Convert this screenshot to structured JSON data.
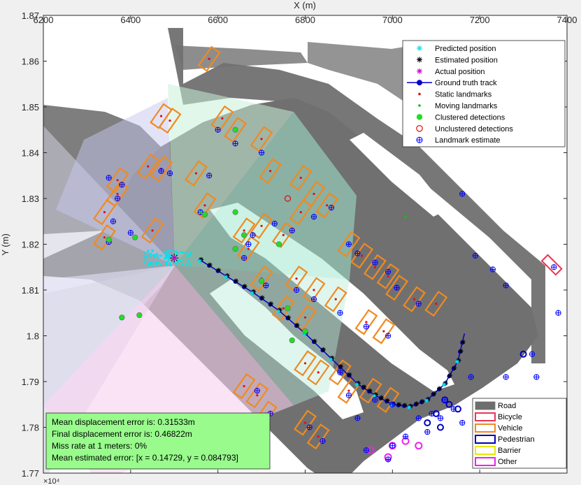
{
  "chart_data": {
    "type": "scatter",
    "title": "",
    "xlabel": "X (m)",
    "ylabel": "Y (m)",
    "xlim": [
      6200,
      7400
    ],
    "ylim": [
      17700,
      18700
    ],
    "x_ticks": [
      6200,
      6400,
      6600,
      6800,
      7000,
      7200,
      7400
    ],
    "y_ticks": [
      1.77,
      1.78,
      1.79,
      1.8,
      1.81,
      1.82,
      1.83,
      1.84,
      1.85,
      1.86,
      1.87
    ],
    "y_exponent_label": "×10⁴",
    "legend": {
      "placement": "top-right",
      "entries": [
        {
          "label": "Predicted position",
          "marker": "asterisk",
          "color": "#00e5ee"
        },
        {
          "label": "Estimated position",
          "marker": "asterisk",
          "color": "#000000"
        },
        {
          "label": "Actual position",
          "marker": "asterisk",
          "color": "#d000d0"
        },
        {
          "label": "Ground truth track",
          "marker": "line-dot",
          "color": "#0000cc"
        },
        {
          "label": "Static landmarks",
          "marker": "small-dot",
          "color": "#e01010"
        },
        {
          "label": "Moving landmarks",
          "marker": "small-dot",
          "color": "#10c010"
        },
        {
          "label": "Clustered detections",
          "marker": "filled-circle",
          "color": "#22dd22"
        },
        {
          "label": "Unclustered detections",
          "marker": "open-circle",
          "color": "#e01010"
        },
        {
          "label": "Landmark estimate",
          "marker": "circle-plus",
          "color": "#0000ff"
        }
      ]
    },
    "class_legend": {
      "placement": "bottom-right",
      "entries": [
        {
          "label": "Road",
          "color": "#6e6e6e",
          "filled": true
        },
        {
          "label": "Bicycle",
          "color": "#ee3355",
          "filled": false
        },
        {
          "label": "Vehicle",
          "color": "#f08a20",
          "filled": false
        },
        {
          "label": "Pedestrian",
          "color": "#0000bb",
          "filled": false
        },
        {
          "label": "Barrier",
          "color": "#e8e800",
          "filled": false
        },
        {
          "label": "Other",
          "color": "#ee22ee",
          "filled": false
        }
      ]
    },
    "stats": [
      "Mean displacement error is: 0.31533m",
      "Final displacement error is: 0.46822m",
      "Miss rate at 1 meters: 0%",
      "Mean estimated error: [x = 0.14729, y = 0.084793]"
    ],
    "stats_box_color": "#98fb8c",
    "ego_position": {
      "x": 6500,
      "y": 18170
    },
    "ground_truth_track": {
      "color": "#0000cc",
      "x": [
        6560,
        6620,
        6680,
        6740,
        6800,
        6860,
        6920,
        6960,
        7000,
        7040,
        7080,
        7120,
        7150,
        7165
      ],
      "y": [
        18165,
        18130,
        18095,
        18055,
        18005,
        17950,
        17895,
        17870,
        17850,
        17845,
        17860,
        17895,
        17945,
        18005
      ]
    },
    "vehicles": [
      {
        "x": 6580,
        "y": 18605
      },
      {
        "x": 6470,
        "y": 18480
      },
      {
        "x": 6490,
        "y": 18470
      },
      {
        "x": 6610,
        "y": 18475
      },
      {
        "x": 6640,
        "y": 18450
      },
      {
        "x": 6700,
        "y": 18430
      },
      {
        "x": 6440,
        "y": 18370
      },
      {
        "x": 6470,
        "y": 18365
      },
      {
        "x": 6370,
        "y": 18340
      },
      {
        "x": 6370,
        "y": 18310
      },
      {
        "x": 6550,
        "y": 18355
      },
      {
        "x": 6570,
        "y": 18285
      },
      {
        "x": 6340,
        "y": 18270
      },
      {
        "x": 6450,
        "y": 18230
      },
      {
        "x": 6340,
        "y": 18215
      },
      {
        "x": 6720,
        "y": 18360
      },
      {
        "x": 6790,
        "y": 18345
      },
      {
        "x": 6820,
        "y": 18310
      },
      {
        "x": 6850,
        "y": 18285
      },
      {
        "x": 6790,
        "y": 18270
      },
      {
        "x": 6700,
        "y": 18240
      },
      {
        "x": 6750,
        "y": 18220
      },
      {
        "x": 6660,
        "y": 18230
      },
      {
        "x": 6670,
        "y": 18190
      },
      {
        "x": 6700,
        "y": 18125
      },
      {
        "x": 6780,
        "y": 18125
      },
      {
        "x": 6820,
        "y": 18100
      },
      {
        "x": 6870,
        "y": 18080
      },
      {
        "x": 6900,
        "y": 18200
      },
      {
        "x": 6930,
        "y": 18175
      },
      {
        "x": 6960,
        "y": 18150
      },
      {
        "x": 6990,
        "y": 18130
      },
      {
        "x": 7010,
        "y": 18105
      },
      {
        "x": 7050,
        "y": 18080
      },
      {
        "x": 7100,
        "y": 18070
      },
      {
        "x": 6750,
        "y": 18060
      },
      {
        "x": 6800,
        "y": 18040
      },
      {
        "x": 6940,
        "y": 18030
      },
      {
        "x": 6980,
        "y": 18010
      },
      {
        "x": 6880,
        "y": 17920
      },
      {
        "x": 6900,
        "y": 17880
      },
      {
        "x": 6950,
        "y": 17880
      },
      {
        "x": 6990,
        "y": 17860
      },
      {
        "x": 6800,
        "y": 17940
      },
      {
        "x": 6830,
        "y": 17920
      },
      {
        "x": 6800,
        "y": 17810
      },
      {
        "x": 6830,
        "y": 17780
      },
      {
        "x": 6660,
        "y": 17890
      },
      {
        "x": 6690,
        "y": 17870
      },
      {
        "x": 6710,
        "y": 17830
      }
    ],
    "bicycles": [
      {
        "x": 7365,
        "y": 18155
      }
    ],
    "clustered_detections": [
      {
        "x": 6640,
        "y": 18450
      },
      {
        "x": 6640,
        "y": 18270
      },
      {
        "x": 6660,
        "y": 18220
      },
      {
        "x": 6640,
        "y": 18190
      },
      {
        "x": 6570,
        "y": 18265
      },
      {
        "x": 6410,
        "y": 18215
      },
      {
        "x": 6350,
        "y": 18210
      },
      {
        "x": 6740,
        "y": 18200
      },
      {
        "x": 6700,
        "y": 18120
      },
      {
        "x": 6760,
        "y": 18060
      },
      {
        "x": 6800,
        "y": 18010
      },
      {
        "x": 6770,
        "y": 17990
      },
      {
        "x": 6420,
        "y": 18045
      },
      {
        "x": 6380,
        "y": 18040
      }
    ],
    "unclustered_detections": [
      {
        "x": 6760,
        "y": 18300
      }
    ],
    "landmark_estimates": [
      {
        "x": 6600,
        "y": 18450
      },
      {
        "x": 6640,
        "y": 18420
      },
      {
        "x": 6700,
        "y": 18400
      },
      {
        "x": 6470,
        "y": 18360
      },
      {
        "x": 6490,
        "y": 18355
      },
      {
        "x": 6580,
        "y": 18350
      },
      {
        "x": 6350,
        "y": 18345
      },
      {
        "x": 6380,
        "y": 18330
      },
      {
        "x": 6370,
        "y": 18300
      },
      {
        "x": 6360,
        "y": 18250
      },
      {
        "x": 6560,
        "y": 18270
      },
      {
        "x": 6400,
        "y": 18225
      },
      {
        "x": 6350,
        "y": 18205
      },
      {
        "x": 6730,
        "y": 18245
      },
      {
        "x": 6770,
        "y": 18230
      },
      {
        "x": 6820,
        "y": 18260
      },
      {
        "x": 6860,
        "y": 18280
      },
      {
        "x": 6900,
        "y": 18200
      },
      {
        "x": 6920,
        "y": 18180
      },
      {
        "x": 6960,
        "y": 18160
      },
      {
        "x": 6990,
        "y": 18140
      },
      {
        "x": 7010,
        "y": 18105
      },
      {
        "x": 7060,
        "y": 18070
      },
      {
        "x": 6990,
        "y": 18000
      },
      {
        "x": 6940,
        "y": 18020
      },
      {
        "x": 6880,
        "y": 18050
      },
      {
        "x": 6820,
        "y": 18080
      },
      {
        "x": 6780,
        "y": 18100
      },
      {
        "x": 6710,
        "y": 18110
      },
      {
        "x": 6680,
        "y": 18220
      },
      {
        "x": 6670,
        "y": 18200
      },
      {
        "x": 6660,
        "y": 18170
      },
      {
        "x": 6880,
        "y": 17920
      },
      {
        "x": 6900,
        "y": 17870
      },
      {
        "x": 6960,
        "y": 17860
      },
      {
        "x": 7000,
        "y": 17850
      },
      {
        "x": 6810,
        "y": 17800
      },
      {
        "x": 6840,
        "y": 17770
      },
      {
        "x": 6690,
        "y": 17880
      },
      {
        "x": 6720,
        "y": 17830
      },
      {
        "x": 7370,
        "y": 18150
      },
      {
        "x": 7380,
        "y": 18050
      },
      {
        "x": 7160,
        "y": 18310
      },
      {
        "x": 7190,
        "y": 18175
      },
      {
        "x": 7230,
        "y": 18145
      },
      {
        "x": 7260,
        "y": 18110
      },
      {
        "x": 7320,
        "y": 17960
      },
      {
        "x": 7180,
        "y": 17910
      },
      {
        "x": 7260,
        "y": 17910
      },
      {
        "x": 7120,
        "y": 17860
      },
      {
        "x": 7140,
        "y": 17840
      },
      {
        "x": 7110,
        "y": 17820
      },
      {
        "x": 7090,
        "y": 17830
      },
      {
        "x": 7060,
        "y": 17820
      },
      {
        "x": 7080,
        "y": 17790
      },
      {
        "x": 7030,
        "y": 17780
      },
      {
        "x": 7000,
        "y": 17760
      },
      {
        "x": 6940,
        "y": 17750
      },
      {
        "x": 6990,
        "y": 17730
      },
      {
        "x": 6920,
        "y": 17820
      },
      {
        "x": 7330,
        "y": 17910
      },
      {
        "x": 7160,
        "y": 17810
      }
    ],
    "moving_landmarks": [
      {
        "x": 7030,
        "y": 18260
      },
      {
        "x": 6560,
        "y": 18270
      }
    ],
    "pedestrians": [
      {
        "x": 7120,
        "y": 17860
      },
      {
        "x": 7130,
        "y": 17850
      },
      {
        "x": 7150,
        "y": 17840
      },
      {
        "x": 7100,
        "y": 17830
      },
      {
        "x": 7080,
        "y": 17810
      },
      {
        "x": 7110,
        "y": 17800
      },
      {
        "x": 7300,
        "y": 17960
      }
    ],
    "others": [
      {
        "x": 6950,
        "y": 17750
      },
      {
        "x": 7000,
        "y": 17760
      },
      {
        "x": 7030,
        "y": 17770
      },
      {
        "x": 6990,
        "y": 17735
      },
      {
        "x": 7060,
        "y": 17760
      }
    ]
  }
}
